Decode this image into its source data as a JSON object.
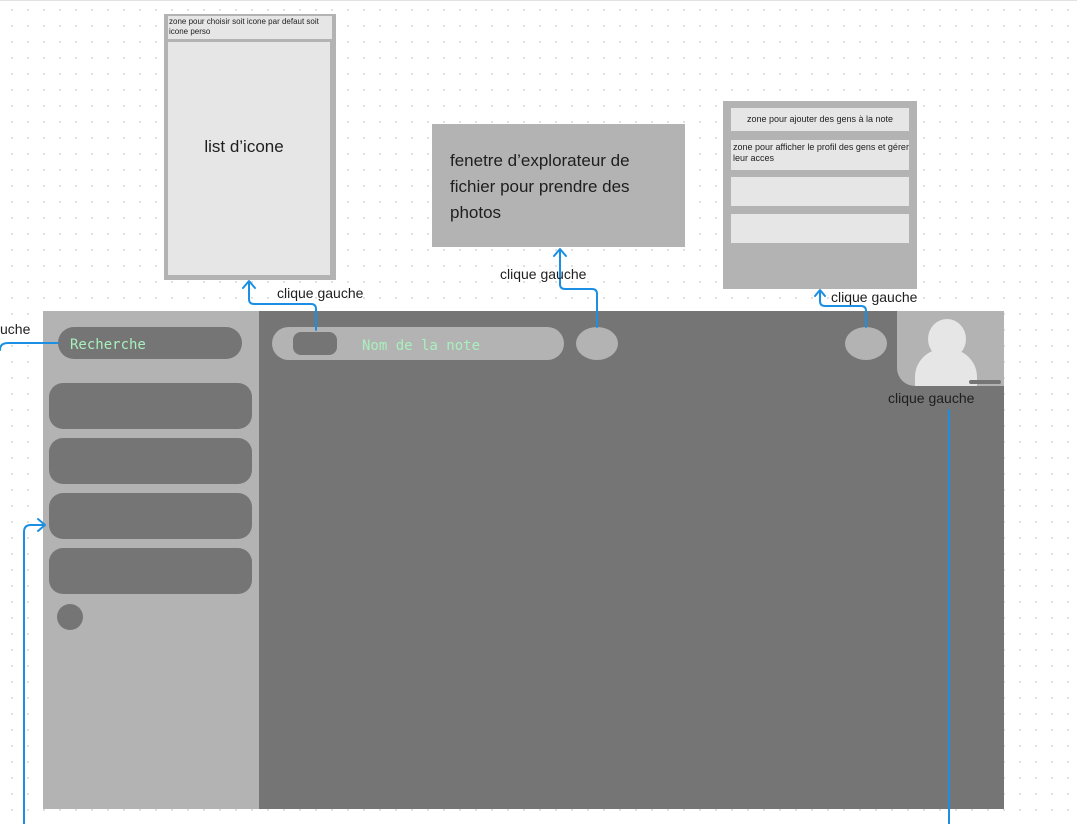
{
  "app": {
    "search_label": "Recherche",
    "note_title": "Nom de la note"
  },
  "icon_panel": {
    "header": "zone pour choisir soit icone par defaut soit icone perso",
    "list_label": "list d’icone"
  },
  "explorer_panel": {
    "text": "fenetre d’explorateur de fichier pour prendre des photos"
  },
  "people_panel": {
    "add_zone": "zone pour ajouter des gens à la note",
    "profile_zone": "zone pour afficher le profil des gens et gérer leur acces"
  },
  "annotations": {
    "icon_click": "clique gauche",
    "photo_click": "clique gauche",
    "share_click": "clique gauche",
    "profile_click": "clique gauche",
    "search_click": "uche"
  },
  "colors": {
    "canvas": "#ffffff",
    "sidebar": "#b3b3b3",
    "main_area": "#757575",
    "panel_light": "#e6e6e6",
    "placeholder_text": "#a9f0bd",
    "connector": "#1a8fe3"
  },
  "icons": {
    "profile": "user-silhouette-icon",
    "connector_arrow": "arrow-up-icon"
  }
}
